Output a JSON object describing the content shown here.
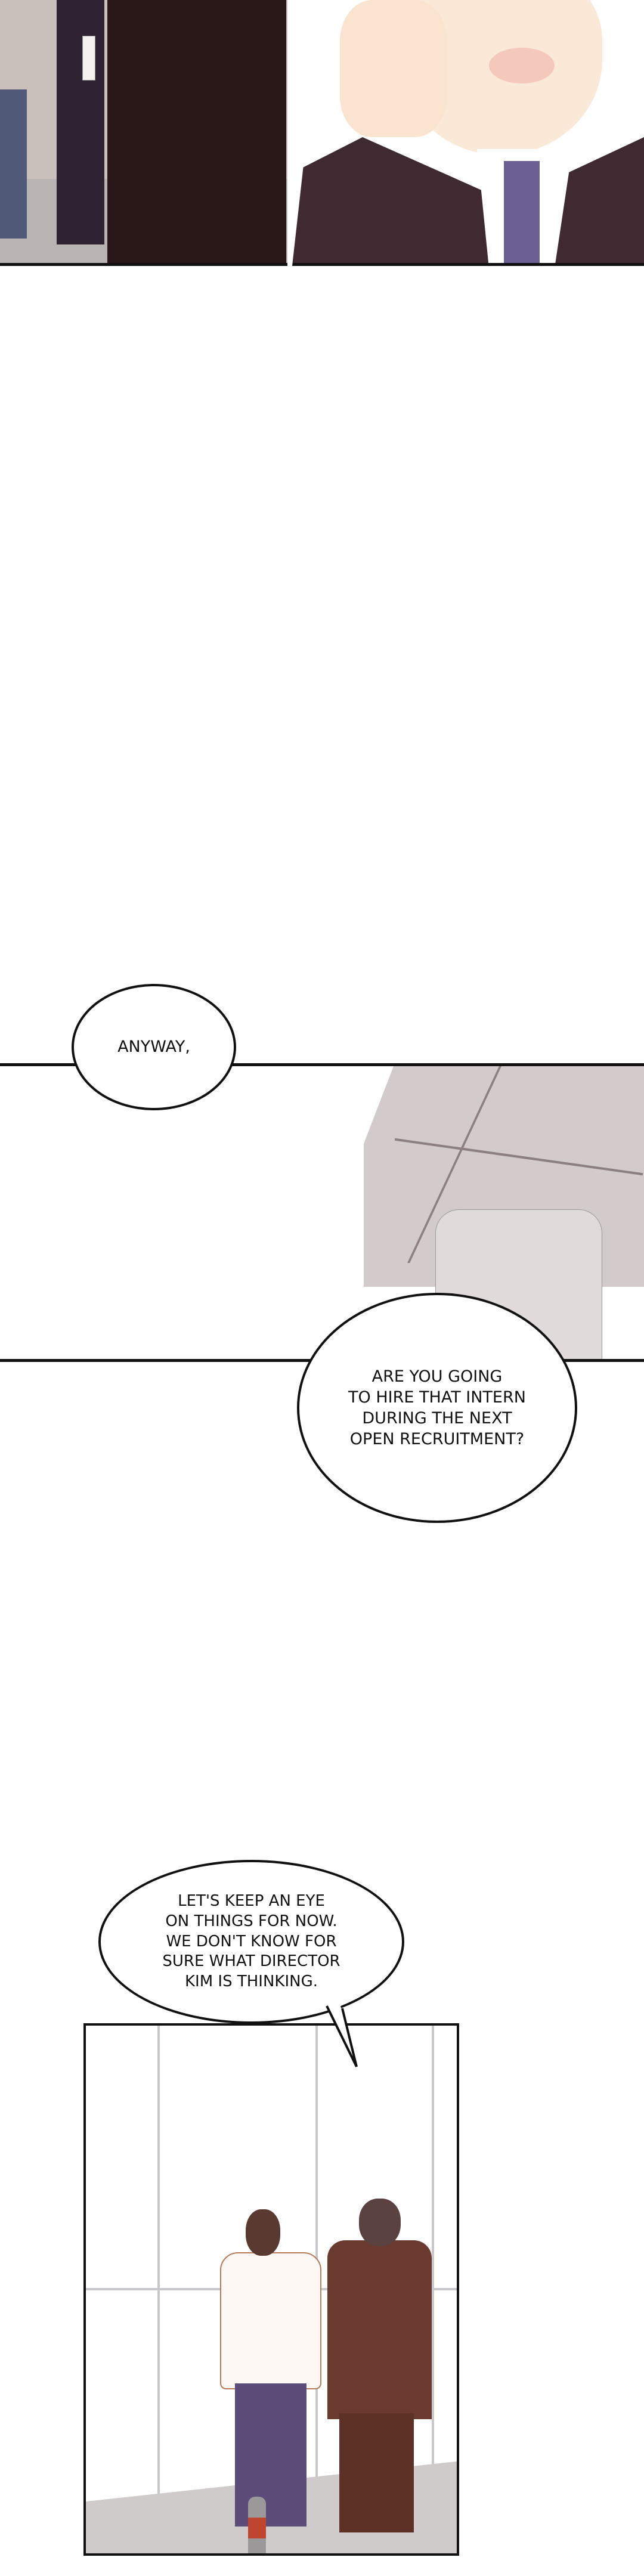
{
  "bubbles": {
    "anyway": "ANYWAY,",
    "hire_question": "ARE YOU GOING\nTO HIRE THAT INTERN\nDURING THE NEXT\nOPEN RECRUITMENT?",
    "keep_eye": "LET'S KEEP AN EYE\nON THINGS FOR NOW.\nWE DON'T KNOW FOR\nSURE WHAT DIRECTOR\nKIM IS THINKING."
  }
}
